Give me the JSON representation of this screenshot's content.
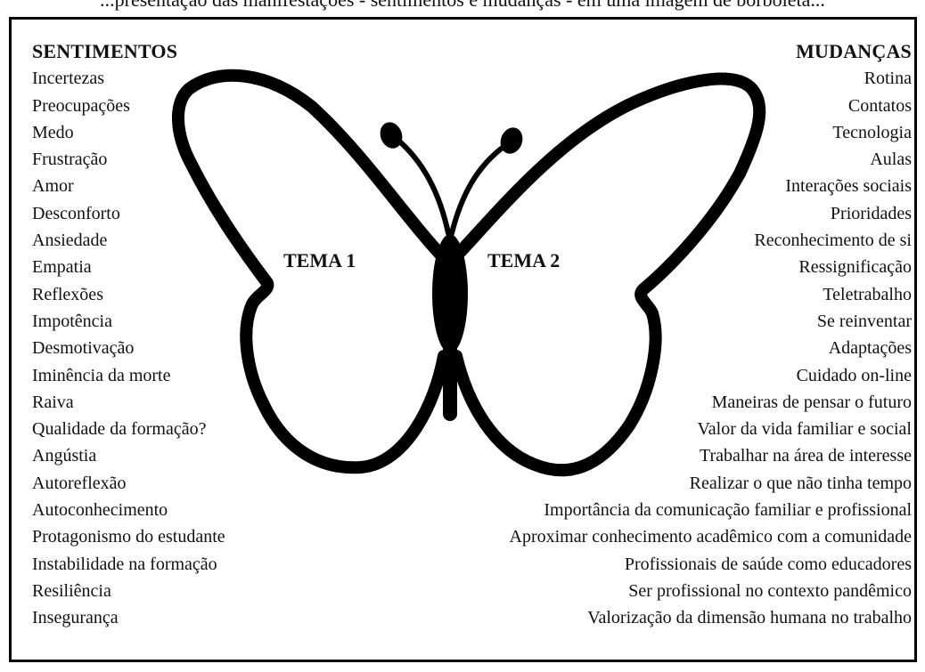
{
  "caption": "...presentação das manifestações - sentimentos e mudanças - em uma imagem de borboleta...",
  "left_column": {
    "heading": "SENTIMENTOS",
    "items": [
      "Incertezas",
      "Preocupações",
      "Medo",
      "Frustração",
      "Amor",
      "Desconforto",
      "Ansiedade",
      "Empatia",
      "Reflexões",
      "Impotência",
      "Desmotivação",
      "Iminência da morte",
      "Raiva",
      "Qualidade da formação?",
      "Angústia",
      "Autoreflexão",
      "Autoconhecimento",
      "Protagonismo do estudante",
      "Instabilidade na formação",
      "Resiliência",
      "Insegurança"
    ]
  },
  "right_column": {
    "heading": "MUDANÇAS",
    "items": [
      "Rotina",
      "Contatos",
      "Tecnologia",
      "Aulas",
      "Interações sociais",
      "Prioridades",
      "Reconhecimento de si",
      "Ressignificação",
      "Teletrabalho",
      "Se reinventar",
      "Adaptações",
      "Cuidado on-line",
      "Maneiras de pensar o futuro",
      "Valor da vida familiar e social",
      "Trabalhar na área de interesse",
      "Realizar o que não tinha tempo",
      "Importância da comunicação familiar e profissional",
      "Aproximar conhecimento acadêmico com a comunidade",
      "Profissionais de saúde como educadores",
      "Ser profissional no contexto pandêmico",
      "Valorização da dimensão humana no trabalho"
    ]
  },
  "themes": {
    "left": "TEMA 1",
    "right": "TEMA 2"
  },
  "colors": {
    "outline": "#000000",
    "background": "#ffffff"
  }
}
